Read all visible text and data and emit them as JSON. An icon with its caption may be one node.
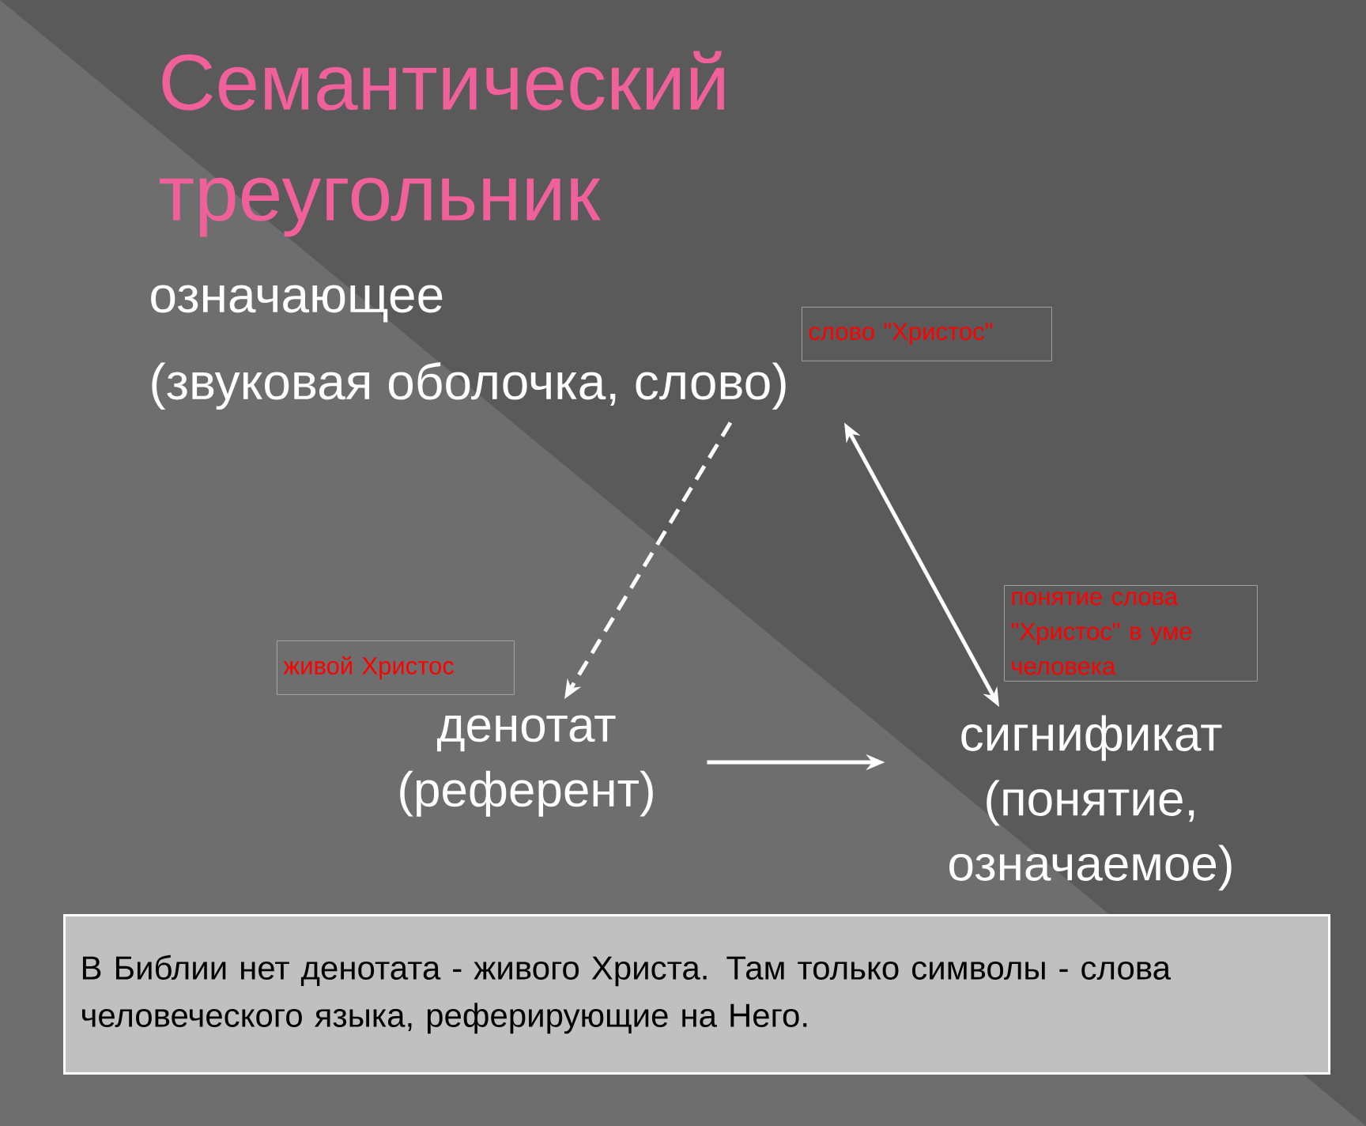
{
  "diagram": {
    "title": "Семантический треугольник",
    "nodes": [
      {
        "text": [
          "означающее",
          "(звуковая оболочка, слово)"
        ]
      },
      {
        "text": [
          "денотат",
          "(референт)"
        ]
      },
      {
        "text": [
          "сигнификат",
          "(понятие, означаемое)"
        ]
      },
      {
        "text": [
          "слово \"Христос\""
        ]
      },
      {
        "text": [
          "живой Христос"
        ]
      },
      {
        "text": [
          "понятие слова \"Христос\" в уме человека"
        ]
      },
      {
        "text": [
          "В Библии нет денотата - живого Христа. Там только символы - слова человеческого языка, реферирующие на Него."
        ]
      }
    ],
    "edges": [
      {
        "from": 0,
        "to": 1,
        "arrow": "to",
        "style": "dashed"
      },
      {
        "from": 1,
        "to": 2,
        "arrow": "to"
      },
      {
        "from": 0,
        "to": 2,
        "arrow": "both"
      }
    ]
  }
}
